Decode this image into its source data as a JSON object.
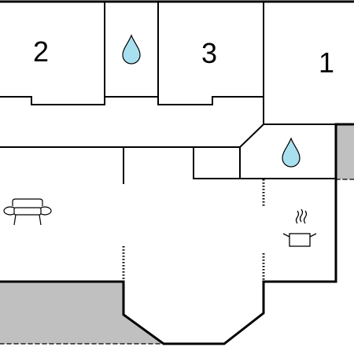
{
  "rooms": [
    {
      "number": "2"
    },
    {
      "number": "3"
    },
    {
      "number": "1"
    }
  ],
  "icons": {
    "bathroom": "water-drop-icon",
    "living": "sofa-icon",
    "kitchen": "cooking-pot-icon"
  },
  "colors": {
    "wall": "#000000",
    "outdoor_fill": "#c0c0c0",
    "water_drop": "#a8e0f0",
    "background": "#ffffff"
  }
}
